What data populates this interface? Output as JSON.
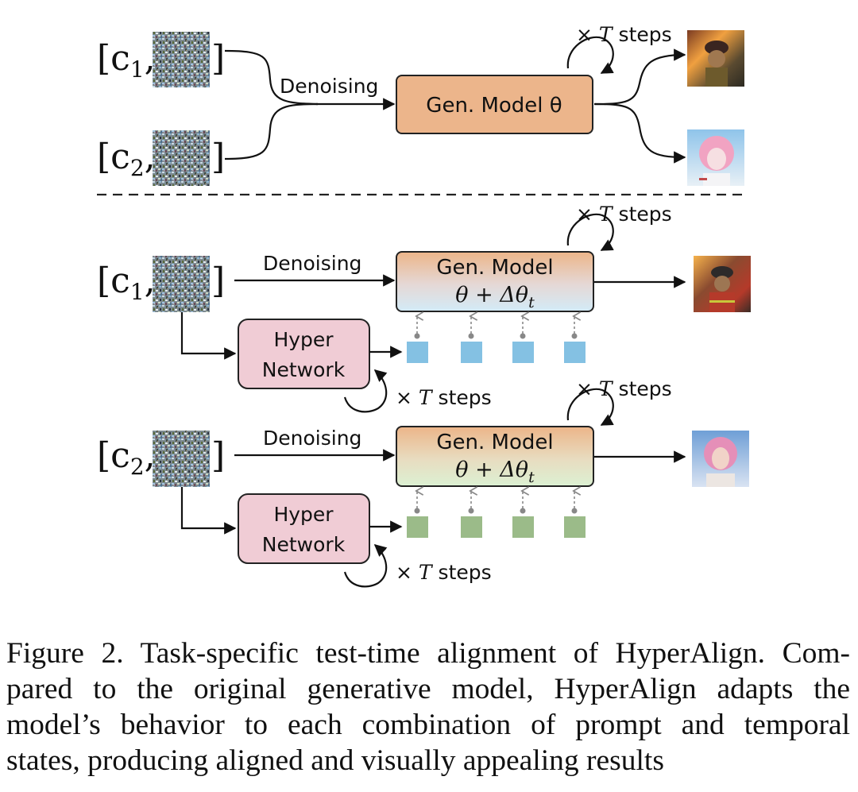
{
  "figure": {
    "top_section": {
      "inputs": [
        {
          "prefix": "[c",
          "subscript": "1",
          "suffix": ",",
          "close": "]",
          "noise": "noise-image"
        },
        {
          "prefix": "[c",
          "subscript": "2",
          "suffix": ",",
          "close": "]",
          "noise": "noise-image"
        }
      ],
      "denoising_label": "Denoising",
      "model_label": "Gen. Model θ",
      "loop_label_prefix": "× ",
      "loop_label_var": "T",
      "loop_label_suffix": " steps",
      "outputs": [
        "firefighter-cat-image",
        "pink-hair-anime-girl-image"
      ]
    },
    "bottom_section": {
      "rows": [
        {
          "input_prefix": "[c",
          "input_subscript": "1",
          "input_suffix": ",",
          "input_close": "]",
          "denoising_label": "Denoising",
          "model_line1": "Gen. Model",
          "model_line2_a": "θ + Δθ",
          "model_line2_sub": "t",
          "hyper_line1": "Hyper",
          "hyper_line2": "Network",
          "model_loop_prefix": "× ",
          "model_loop_var": "T",
          "model_loop_suffix": " steps",
          "hyper_loop_prefix": "× ",
          "hyper_loop_var": "T",
          "hyper_loop_suffix": " steps",
          "param_color": "#84c1e3",
          "gradient_top": "#ecb589",
          "gradient_bottom": "#d3ebf7",
          "output": "firefighter-cat-image"
        },
        {
          "input_prefix": "[c",
          "input_subscript": "2",
          "input_suffix": ",",
          "input_close": "]",
          "denoising_label": "Denoising",
          "model_line1": "Gen. Model",
          "model_line2_a": "θ + Δθ",
          "model_line2_sub": "t",
          "hyper_line1": "Hyper",
          "hyper_line2": "Network",
          "model_loop_prefix": "× ",
          "model_loop_var": "T",
          "model_loop_suffix": " steps",
          "hyper_loop_prefix": "× ",
          "hyper_loop_var": "T",
          "hyper_loop_suffix": " steps",
          "param_color": "#9bbb89",
          "gradient_top": "#ecb589",
          "gradient_bottom": "#dcf1d3",
          "output": "pink-hair-woman-image"
        }
      ]
    },
    "colors": {
      "gen_model_fill": "#ecb58b",
      "hyper_fill": "#f0ccd5",
      "stroke": "#222222",
      "dash_arrow": "#888888"
    }
  },
  "caption": {
    "lines": [
      "Figure 2. Task-specific test-time alignment of HyperAlign. Com-",
      "pared to the original generative model, HyperAlign adapts the",
      "model’s behavior to each combination of prompt and temporal",
      "states, producing aligned and visually appealing results"
    ]
  }
}
